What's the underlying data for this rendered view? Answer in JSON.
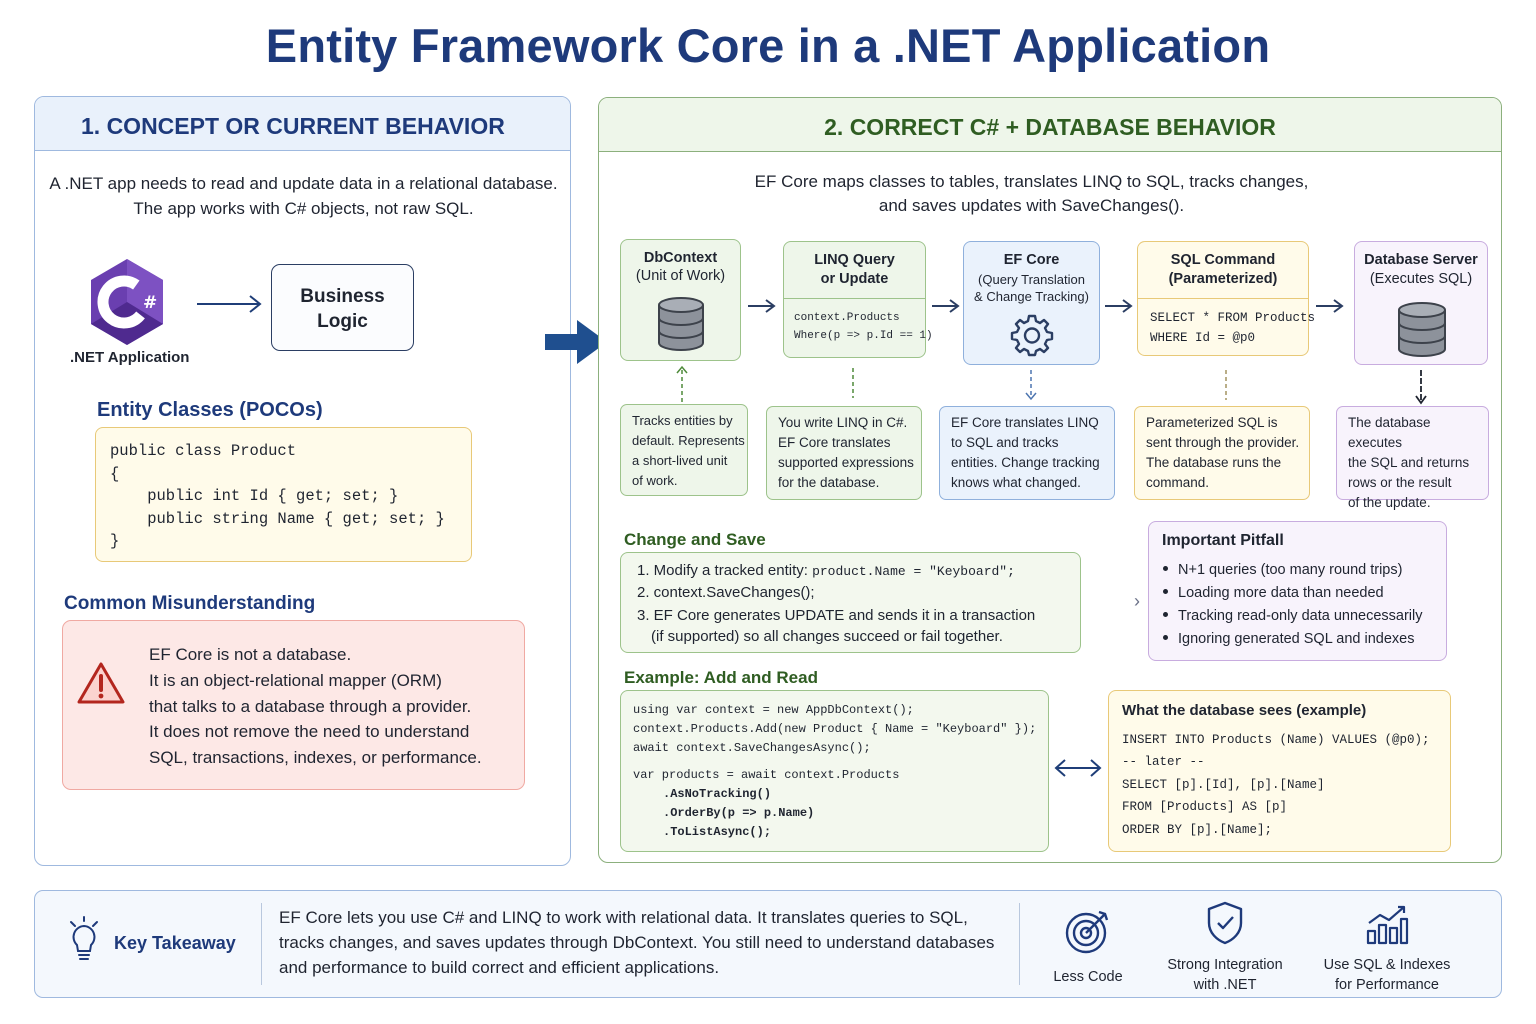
{
  "title": "Entity Framework Core in a .NET Application",
  "panel1": {
    "heading": "1. CONCEPT OR CURRENT BEHAVIOR",
    "intro": [
      "A .NET app needs to read and update data in a relational database.",
      "The app works with C# objects, not raw SQL."
    ],
    "app_label": ".NET Application",
    "logic_box": [
      "Business",
      "Logic"
    ],
    "entity_title": "Entity Classes (POCOs)",
    "entity_code": [
      "public class Product",
      "{",
      "    public int Id { get; set; }",
      "    public string Name { get; set; }",
      "}"
    ],
    "misconception_title": "Common Misunderstanding",
    "misconception_lines": [
      "EF Core is not a database.",
      "It is an object-relational mapper (ORM)",
      "that talks to a database through a provider.",
      "It does not remove the need to understand",
      "SQL, transactions, indexes, or performance."
    ]
  },
  "panel2": {
    "heading": "2. CORRECT C# + DATABASE BEHAVIOR",
    "intro": [
      "EF Core maps classes to tables, translates LINQ to SQL, tracks changes,",
      "and saves updates with SaveChanges()."
    ],
    "flow": [
      {
        "title": "DbContext",
        "subtitle": "(Unit of Work)",
        "desc": [
          "Tracks entities by",
          "default. Represents",
          "a short-lived unit",
          "of work."
        ]
      },
      {
        "title": "LINQ Query",
        "subtitle": "or Update",
        "code": [
          "context.Products",
          "Where(p => p.Id == 1)"
        ],
        "desc": [
          "You write LINQ in C#.",
          "EF Core translates",
          "supported expressions",
          "for the database."
        ]
      },
      {
        "title": "EF Core",
        "subtitle": "(Query Translation",
        "subtitle2": "& Change Tracking)",
        "desc": [
          "EF Core translates LINQ",
          "to SQL and tracks",
          "entities. Change tracking",
          "knows what changed."
        ]
      },
      {
        "title": "SQL Command",
        "subtitle": "(Parameterized)",
        "code": [
          "SELECT * FROM Products",
          "WHERE Id = @p0"
        ],
        "desc": [
          "Parameterized SQL is",
          "sent through the provider.",
          "The database runs the",
          "command."
        ]
      },
      {
        "title": "Database Server",
        "subtitle": "(Executes SQL)",
        "desc": [
          "The database executes",
          "the SQL and returns",
          "rows or the result",
          "of the update."
        ]
      }
    ],
    "change": {
      "title": "Change and Save",
      "step1_text": "1.  Modify a tracked entity: ",
      "step1_code": "product.Name = \"Keyboard\";",
      "step2": "2.  context.SaveChanges();",
      "step3a": "3.  EF Core generates UPDATE and sends it in a transaction",
      "step3b": "(if supported) so all changes succeed or fail together."
    },
    "pitfall": {
      "title": "Important Pitfall",
      "items": [
        "N+1 queries (too many round trips)",
        "Loading more data than needed",
        "Tracking read-only data unnecessarily",
        "Ignoring generated SQL and indexes"
      ]
    },
    "example": {
      "title": "Example: Add and Read",
      "code1": [
        "using var context = new AppDbContext();",
        "context.Products.Add(new Product { Name = \"Keyboard\" });",
        "await context.SaveChangesAsync();"
      ],
      "code2": "var products = await context.Products",
      "code2b": [
        ".AsNoTracking()",
        ".OrderBy(p => p.Name)",
        ".ToListAsync();"
      ]
    },
    "db_sees": {
      "title": "What the database sees (example)",
      "code": [
        "INSERT INTO Products (Name) VALUES (@p0);",
        "-- later --",
        "SELECT [p].[Id], [p].[Name]",
        "FROM [Products] AS [p]",
        "ORDER BY [p].[Name];"
      ]
    }
  },
  "footer": {
    "label": "Key Takeaway",
    "text": [
      "EF Core lets you use C# and LINQ to work with relational data. It translates queries to SQL,",
      "tracks changes, and saves updates through DbContext. You still need to understand databases",
      "and performance to build correct and efficient applications."
    ],
    "features": [
      {
        "icon": "target-icon",
        "label": [
          "Less Code"
        ]
      },
      {
        "icon": "shield-check-icon",
        "label": [
          "Strong Integration",
          "with .NET"
        ]
      },
      {
        "icon": "bar-chart-icon",
        "label": [
          "Use SQL & Indexes",
          "for Performance"
        ]
      }
    ]
  },
  "colors": {
    "title": "#1e3a7b",
    "green": "#2f5d22",
    "blue_border": "#9fb9df",
    "green_border": "#8cb07d"
  }
}
